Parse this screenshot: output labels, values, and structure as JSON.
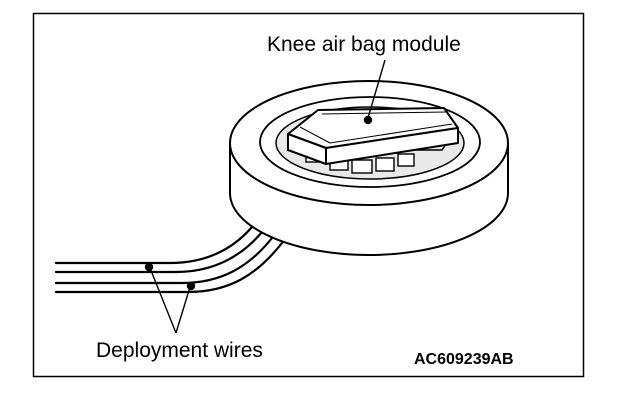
{
  "figure": {
    "labels": {
      "module": "Knee air bag module",
      "wires": "Deployment wires",
      "code": "AC609239AB"
    }
  },
  "colors": {
    "line": "#000000",
    "background": "#ffffff",
    "tray_interior": "#e9e9e9"
  }
}
